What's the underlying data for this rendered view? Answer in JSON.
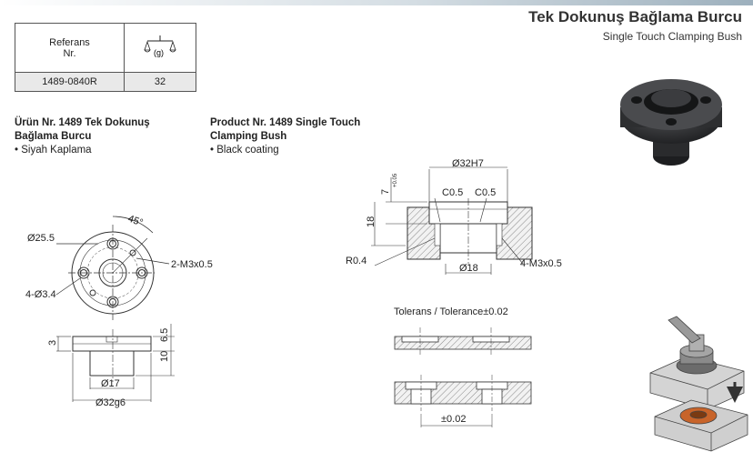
{
  "header": {
    "title": "Tek Dokunuş Bağlama Burcu",
    "subtitle": "Single Touch Clamping Bush"
  },
  "table": {
    "col1_header_line1": "Referans",
    "col1_header_line2": "Nr.",
    "col2_header_unit": "(g)",
    "col2_header_icon": "weight-scale-icon",
    "rows": [
      {
        "ref": "1489-0840R",
        "weight": "32"
      }
    ]
  },
  "description_tr": {
    "line1": "Ürün Nr. 1489 Tek Dokunuş",
    "line2": "Bağlama Burcu",
    "bullet": "• Siyah Kaplama"
  },
  "description_en": {
    "line1": "Product Nr. 1489 Single Touch",
    "line2": "Clamping Bush",
    "bullet": "• Black coating"
  },
  "top_view": {
    "angle": "45°",
    "outer_dia": "Ø25.5",
    "thread": "2-M3x0.5",
    "holes": "4-Ø3.4"
  },
  "side_view": {
    "dim_3": "3",
    "dim_6_5": "6.5",
    "dim_10": "10",
    "dia_17": "Ø17",
    "dia_32": "Ø32g6"
  },
  "section_view": {
    "bore": "Ø32H7",
    "depth": "7",
    "depth_tol": "+0.05",
    "depth_tol2": "0",
    "chamfer1": "C0.5",
    "chamfer2": "C0.5",
    "height": "18",
    "radius": "R0.4",
    "bore_dia": "Ø18",
    "thread": "4-M3x0.5"
  },
  "tolerance": {
    "label": "Tolerans / Tolerance±0.02",
    "bottom": "±0.02"
  },
  "colors": {
    "line": "#333333",
    "hatch": "#888888",
    "part_dark": "#2d2e30",
    "plate": "#c9c9c9",
    "accent_orange": "#c8642a",
    "arrow": "#333333"
  }
}
